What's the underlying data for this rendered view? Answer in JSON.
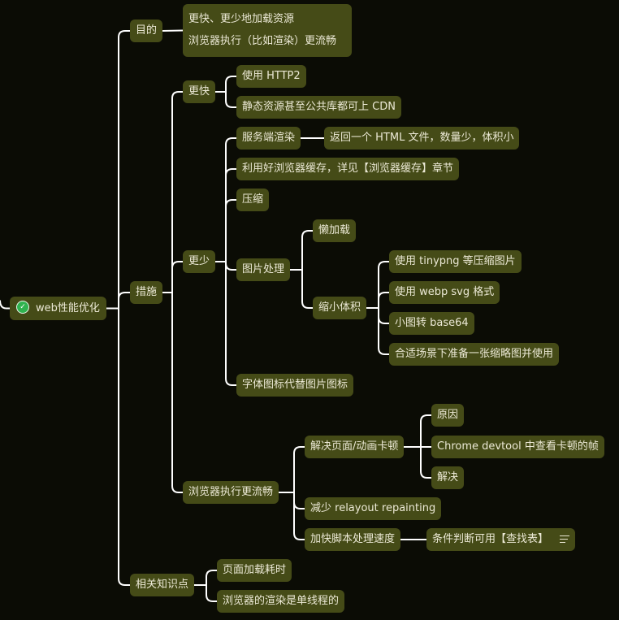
{
  "root": {
    "label": "web性能优化",
    "icon": "check-circle-icon",
    "icon_color": "#2fb34f"
  },
  "goal": {
    "label": "目的",
    "items": [
      "更快、更少地加载资源",
      "浏览器执行（比如渲染）更流畅"
    ]
  },
  "measures": {
    "label": "措施",
    "faster": {
      "label": "更快",
      "items": [
        "使用 HTTP2",
        "静态资源甚至公共库都可上 CDN"
      ]
    },
    "fewer": {
      "label": "更少",
      "ssr": {
        "label": "服务端渲染",
        "child": "返回一个 HTML 文件，数量少，体积小"
      },
      "cache": "利用好浏览器缓存，详见【浏览器缓存】章节",
      "compress": "压缩",
      "images": {
        "label": "图片处理",
        "lazy": "懒加载",
        "shrink": {
          "label": "缩小体积",
          "items": [
            "使用 tinypng 等压缩图片",
            "使用 webp svg 格式",
            "小图转 base64",
            "合适场景下准备一张缩略图并使用"
          ]
        }
      },
      "iconfont": "字体图标代替图片图标"
    },
    "smooth": {
      "label": "浏览器执行更流畅",
      "jank": {
        "label": "解决页面/动画卡顿",
        "items": [
          "原因",
          "Chrome devtool 中查看卡顿的帧",
          "解决"
        ]
      },
      "relayout": "减少 relayout repainting",
      "script": {
        "label": "加快脚本处理速度",
        "child": "条件判断可用【查找表】",
        "child_icon": "note-icon"
      }
    }
  },
  "related": {
    "label": "相关知识点",
    "items": [
      "页面加载耗时",
      "浏览器的渲染是单线程的"
    ]
  },
  "colors": {
    "background": "#0b0c05",
    "node": "#454b17",
    "text": "#ece9d6",
    "line": "#ffffff"
  }
}
